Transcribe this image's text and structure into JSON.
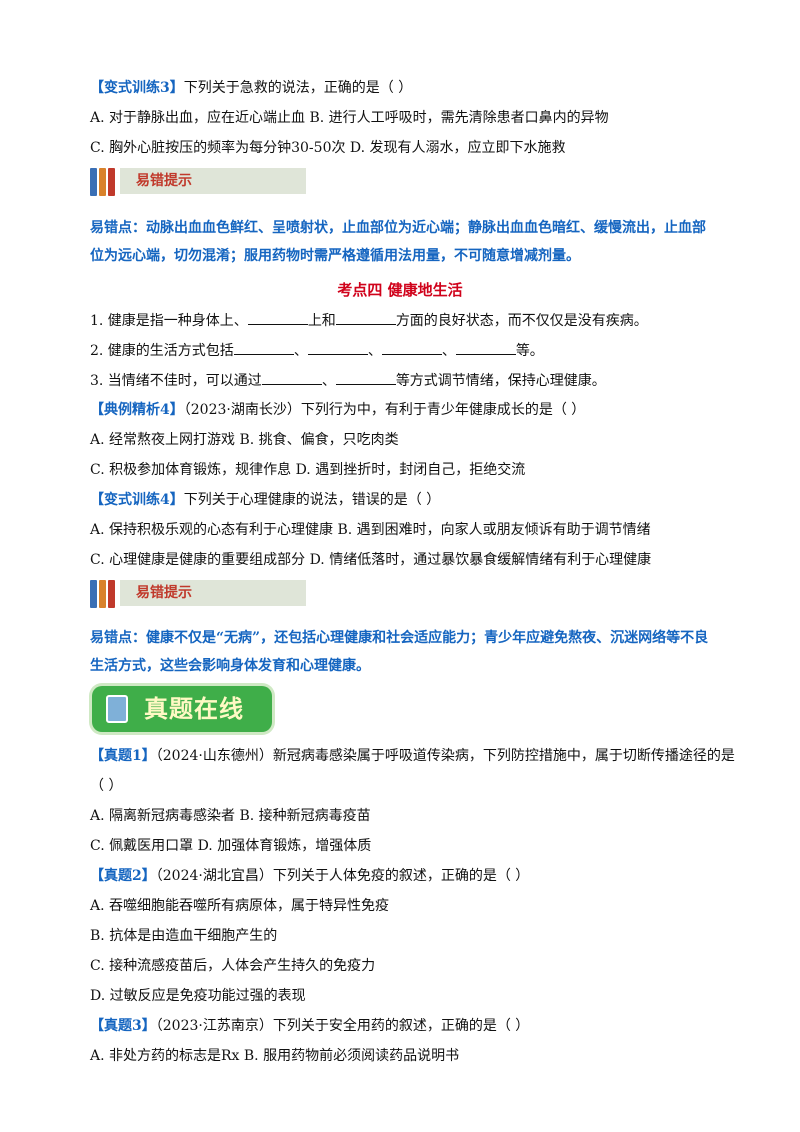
{
  "q_var3": {
    "tag": "【变式训练3】",
    "text": "下列关于急救的说法，正确的是（    ）"
  },
  "q_var3_ab": "A. 对于静脉出血，应在近心端止血  B. 进行人工呼吸时，需先清除患者口鼻内的异物",
  "q_var3_cd": "C. 胸外心脏按压的频率为每分钟30-50次  D. 发现有人溺水，应立即下水施救",
  "tip_label": "易错提示",
  "note1": "易错点：动脉出血血色鲜红、呈喷射状，止血部位为近心端；静脉出血血色暗红、缓慢流出，止血部位为远心端，切勿混淆；服用药物时需严格遵循用法用量，不可随意增减剂量。",
  "section_title": "考点四   健康地生活",
  "fill1": {
    "a": "1. 健康是指一种身体上、",
    "b": "上和",
    "c": "方面的良好状态，而不仅仅是没有疾病。"
  },
  "fill2": {
    "a": "2. 健康的生活方式包括",
    "sep": "、",
    "end": "等。"
  },
  "fill3": {
    "a": "3. 当情绪不佳时，可以通过",
    "sep": "、",
    "end": "等方式调节情绪，保持心理健康。"
  },
  "q_ex4": {
    "tag": "【典例精析4】",
    "text": "（2023·湖南长沙）下列行为中，有利于青少年健康成长的是（    ）"
  },
  "q_ex4_ab": "A. 经常熬夜上网打游戏  B. 挑食、偏食，只吃肉类",
  "q_ex4_cd": "C. 积极参加体育锻炼，规律作息  D. 遇到挫折时，封闭自己，拒绝交流",
  "q_var4": {
    "tag": "【变式训练4】",
    "text": "下列关于心理健康的说法，错误的是（    ）"
  },
  "q_var4_ab": "A. 保持积极乐观的心态有利于心理健康  B. 遇到困难时，向家人或朋友倾诉有助于调节情绪",
  "q_var4_cd": "C. 心理健康是健康的重要组成部分  D. 情绪低落时，通过暴饮暴食缓解情绪有利于心理健康",
  "note2": "易错点：健康不仅是“无病”，还包括心理健康和社会适应能力；青少年应避免熬夜、沉迷网络等不良生活方式，这些会影响身体发育和心理健康。",
  "banner": "真题在线",
  "zt1": {
    "tag": "【真题1】",
    "text": "（2024·山东德州）新冠病毒感染属于呼吸道传染病，下列防控措施中，属于切断传播途径的是",
    "cont": "（    ）"
  },
  "zt1_ab": "A. 隔离新冠病毒感染者  B. 接种新冠病毒疫苗",
  "zt1_cd": "C. 佩戴医用口罩  D. 加强体育锻炼，增强体质",
  "zt2": {
    "tag": "【真题2】",
    "text": "（2024·湖北宜昌）下列关于人体免疫的叙述，正确的是（    ）"
  },
  "zt2_a": "A. 吞噬细胞能吞噬所有病原体，属于特异性免疫",
  "zt2_b": "B. 抗体是由造血干细胞产生的",
  "zt2_c": "C. 接种流感疫苗后，人体会产生持久的免疫力",
  "zt2_d": "D. 过敏反应是免疫功能过强的表现",
  "zt3": {
    "tag": "【真题3】",
    "text": "（2023·江苏南京）下列关于安全用药的叙述，正确的是（    ）"
  },
  "zt3_ab": "A. 非处方药的标志是Rx  B. 服用药物前必须阅读药品说明书",
  "colors": {
    "tag_blue": "#1565c0",
    "title_red": "#d0021b",
    "banner_green": "#3fae49",
    "tip_bg": "#dfe5d8"
  },
  "icons": [
    "books-icon",
    "book-icon"
  ]
}
